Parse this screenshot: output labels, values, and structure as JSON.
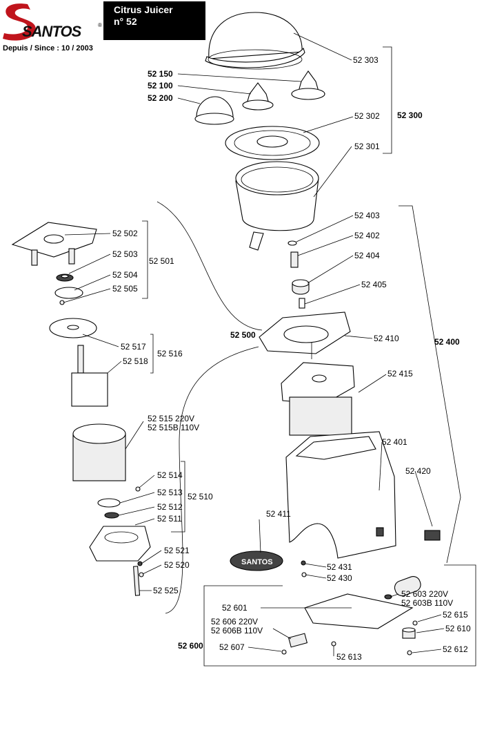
{
  "header": {
    "brand": "SANTOS",
    "registered": "®",
    "title_line1": "Citrus Juicer",
    "title_line2": "n° 52",
    "since": "Depuis / Since : 10 / 2003"
  },
  "callouts": {
    "c52303": "52 303",
    "c52150": "52 150",
    "c52100": "52 100",
    "c52200": "52 200",
    "c52302": "52 302",
    "c52300": "52 300",
    "c52301": "52 301",
    "c52403": "52 403",
    "c52402": "52 402",
    "c52404": "52 404",
    "c52405": "52 405",
    "c52502": "52 502",
    "c52503": "52 503",
    "c52501": "52 501",
    "c52504": "52 504",
    "c52505": "52 505",
    "c52500": "52 500",
    "c52410": "52 410",
    "c52400": "52 400",
    "c52517": "52 517",
    "c52516": "52 516",
    "c52518": "52 518",
    "c52415": "52 415",
    "c52515": "52 515   220V",
    "c52515b": "52 515B 110V",
    "c52401": "52 401",
    "c52420": "52 420",
    "c52514": "52 514",
    "c52513": "52 513",
    "c52510": "52 510",
    "c52512": "52 512",
    "c52511": "52 511",
    "c52411": "52 411",
    "c52521": "52 521",
    "c52520": "52 520",
    "c52525": "52 525",
    "c52431": "52 431",
    "c52430": "52 430",
    "c52603": "52 603   220V",
    "c52603b": "52 603B 110V",
    "c52601": "52 601",
    "c52615": "52 615",
    "c52606": "52 606   220V",
    "c52606b": "52 606B 110V",
    "c52610": "52 610",
    "c52600": "52 600",
    "c52607": "52 607",
    "c52613": "52 613",
    "c52612": "52 612"
  },
  "badge_text": "SANTOS"
}
